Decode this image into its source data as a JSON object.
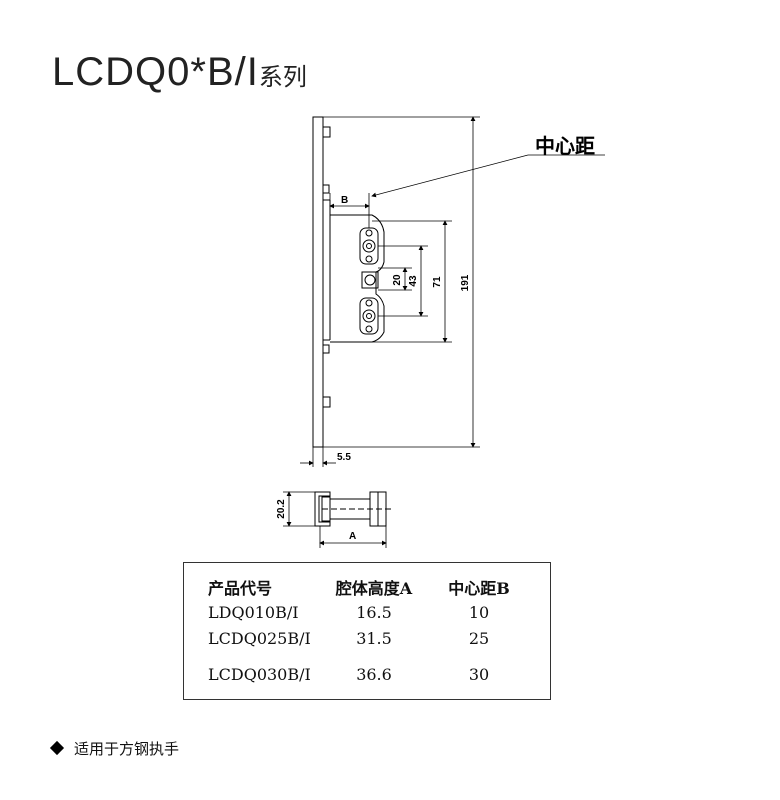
{
  "title": {
    "main": "LCDQ0*B/I",
    "suffix": "系列"
  },
  "diagram": {
    "callout": "中心距",
    "dims": {
      "b": "B",
      "d20": "20",
      "d43": "43",
      "d71": "71",
      "d191": "191",
      "d55": "5.5",
      "d202": "20.2",
      "a": "A"
    }
  },
  "table": {
    "headers": [
      "产品代号",
      "腔体高度A",
      "中心距B"
    ],
    "rows": [
      [
        "LDQ010B/I",
        "16.5",
        "10"
      ],
      [
        "LCDQ025B/I",
        "31.5",
        "25"
      ],
      [
        "LCDQ030B/I",
        "36.6",
        "30"
      ]
    ]
  },
  "note": "适用于方钢执手"
}
